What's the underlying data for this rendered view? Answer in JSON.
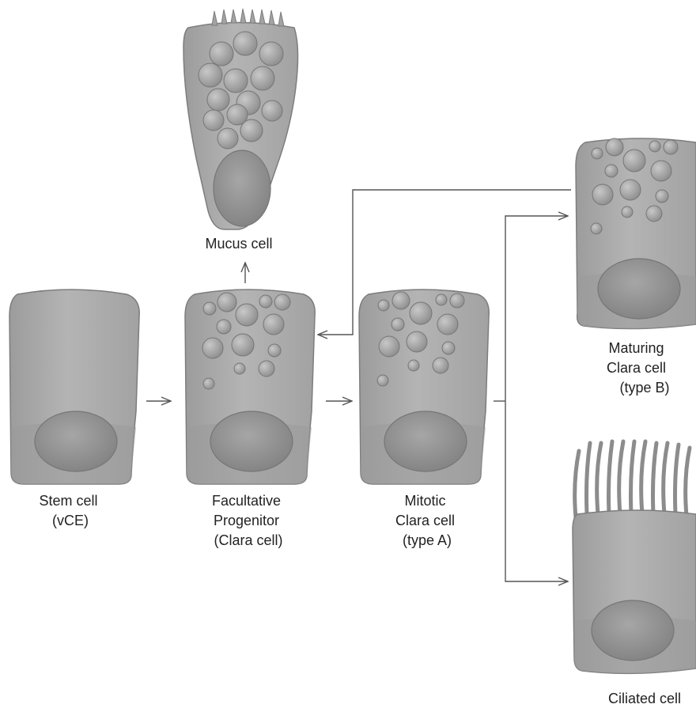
{
  "colors": {
    "cell_fill": "#a9a9a9",
    "cell_stroke": "#7d7d7d",
    "nucleus": "#8c8c8c",
    "granule": "#9a9a9a",
    "arrow": "#555555",
    "text": "#222222"
  },
  "labels": {
    "stem": [
      "Stem cell",
      "(vCE)"
    ],
    "facultative": [
      "Facultative",
      "Progenitor",
      "(Clara cell)"
    ],
    "mitotic": [
      "Mitotic",
      "Clara cell",
      "(type A)"
    ],
    "mucus": [
      "Mucus cell"
    ],
    "maturing": [
      "Maturing",
      "Clara cell",
      "(type B)"
    ],
    "ciliated": [
      "Ciliated cell"
    ]
  }
}
